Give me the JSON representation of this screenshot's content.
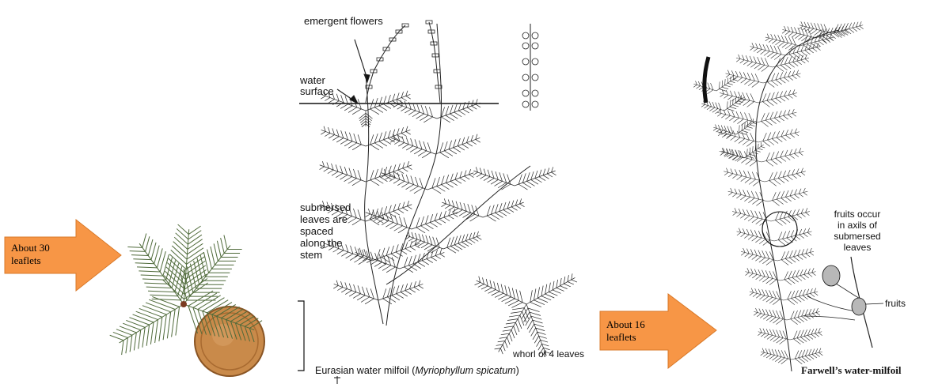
{
  "left_panel": {
    "arrow_label_line1": "About 30",
    "arrow_label_line2": "leaflets",
    "arrow_color": "#f79646"
  },
  "middle_panel": {
    "label_flowers": "emergent flowers",
    "label_water_line1": "water",
    "label_water_line2": "surface",
    "label_submersed_lines": [
      "submersed",
      "leaves are",
      "spaced",
      "along the",
      "stem"
    ],
    "label_whorl": "whorl of 4 leaves",
    "caption_prefix": "Eurasian water milfoil (",
    "caption_species": "Myriophyllum spicatum",
    "caption_suffix": ")"
  },
  "right_panel": {
    "arrow_label_line1": "About 16",
    "arrow_label_line2": "leaflets",
    "arrow_color": "#f79646",
    "label_fruits_lines": [
      "fruits occur",
      "in axils of",
      "submersed",
      "leaves"
    ],
    "label_fruits_small": "fruits",
    "caption": "Farwell’s water-milfoil"
  }
}
